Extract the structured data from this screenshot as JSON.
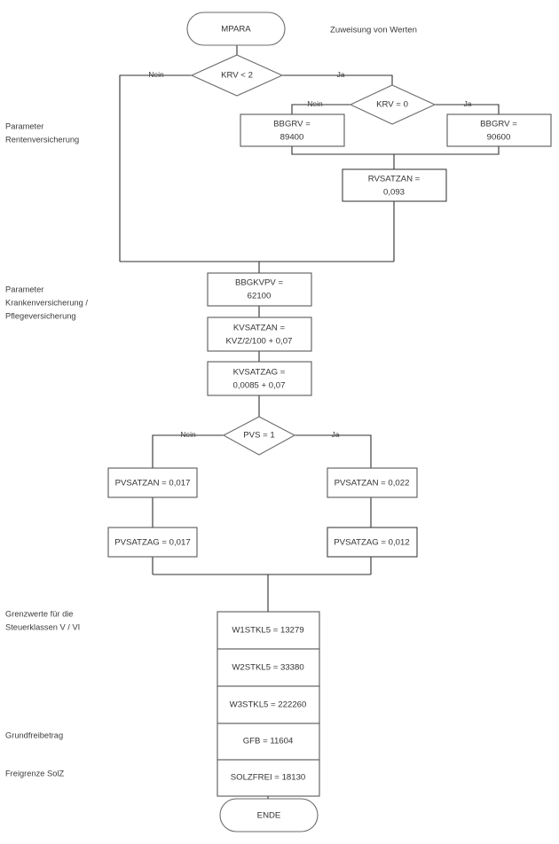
{
  "diagram": {
    "title": "Zuweisung von Werten",
    "section_labels": [
      {
        "id": "sec-rv",
        "lines": [
          "Parameter",
          "Rentenversicherung"
        ]
      },
      {
        "id": "sec-kv-pv",
        "lines": [
          "Parameter",
          "Krankenversicherung /",
          "Pflegeversicherung"
        ]
      },
      {
        "id": "sec-grenzwerte",
        "lines": [
          "Grenzwerte für die",
          "Steuerklassen V / VI"
        ]
      },
      {
        "id": "sec-grundfreibetrag",
        "lines": [
          "Grundfreibetrag"
        ]
      },
      {
        "id": "sec-freigrenze",
        "lines": [
          "Freigrenze SolZ"
        ]
      }
    ],
    "nodes": [
      {
        "id": "start",
        "type": "terminal",
        "lines": [
          "MPARA"
        ]
      },
      {
        "id": "krv-lt-2",
        "type": "decision",
        "lines": [
          "KRV < 2"
        ]
      },
      {
        "id": "krv-eq-0",
        "type": "decision",
        "lines": [
          "KRV = 0"
        ]
      },
      {
        "id": "bbgrv-89400",
        "type": "process",
        "lines": [
          "BBGRV =",
          "89400"
        ]
      },
      {
        "id": "bbgrv-90600",
        "type": "process",
        "lines": [
          "BBGRV =",
          "90600"
        ]
      },
      {
        "id": "rvsatzan",
        "type": "process",
        "lines": [
          "RVSATZAN =",
          "0,093"
        ]
      },
      {
        "id": "bbgkvpv",
        "type": "process",
        "lines": [
          "BBGKVPV =",
          "62100"
        ]
      },
      {
        "id": "kvsatzan",
        "type": "process",
        "lines": [
          "KVSATZAN =",
          "KVZ/2/100 + 0,07"
        ]
      },
      {
        "id": "kvsatzag",
        "type": "process",
        "lines": [
          "KVSATZAG =",
          "0,0085 + 0,07"
        ]
      },
      {
        "id": "pvs-eq-1",
        "type": "decision",
        "lines": [
          "PVS = 1"
        ]
      },
      {
        "id": "pvsatzan-0017",
        "type": "process",
        "lines": [
          "PVSATZAN = 0,017"
        ]
      },
      {
        "id": "pvsatzan-0022",
        "type": "process",
        "lines": [
          "PVSATZAN = 0,022"
        ]
      },
      {
        "id": "pvsatzag-0017",
        "type": "process",
        "lines": [
          "PVSATZAG = 0,017"
        ]
      },
      {
        "id": "pvsatzag-0012",
        "type": "process",
        "lines": [
          "PVSATZAG = 0,012"
        ]
      },
      {
        "id": "w1stkl5",
        "type": "process",
        "lines": [
          "W1STKL5 = 13279"
        ]
      },
      {
        "id": "w2stkl5",
        "type": "process",
        "lines": [
          "W2STKL5 = 33380"
        ]
      },
      {
        "id": "w3stkl5",
        "type": "process",
        "lines": [
          "W3STKL5 = 222260"
        ]
      },
      {
        "id": "gfb",
        "type": "process",
        "lines": [
          "GFB = 11604"
        ]
      },
      {
        "id": "solzfrei",
        "type": "process",
        "lines": [
          "SOLZFREI = 18130"
        ]
      },
      {
        "id": "end",
        "type": "terminal",
        "lines": [
          "ENDE"
        ]
      }
    ],
    "edge_labels": [
      {
        "id": "krv-lt-2-nein",
        "text": "Nein"
      },
      {
        "id": "krv-lt-2-ja",
        "text": "Ja"
      },
      {
        "id": "krv-eq-0-nein",
        "text": "Nein"
      },
      {
        "id": "krv-eq-0-ja",
        "text": "Ja"
      },
      {
        "id": "pvs-eq-1-nein",
        "text": "Nein"
      },
      {
        "id": "pvs-eq-1-ja",
        "text": "Ja"
      }
    ],
    "colors": {
      "background": "#ffffff",
      "stroke": "#2f2f2f",
      "node_stroke": "#5a5a5a",
      "text": "#333333"
    }
  }
}
